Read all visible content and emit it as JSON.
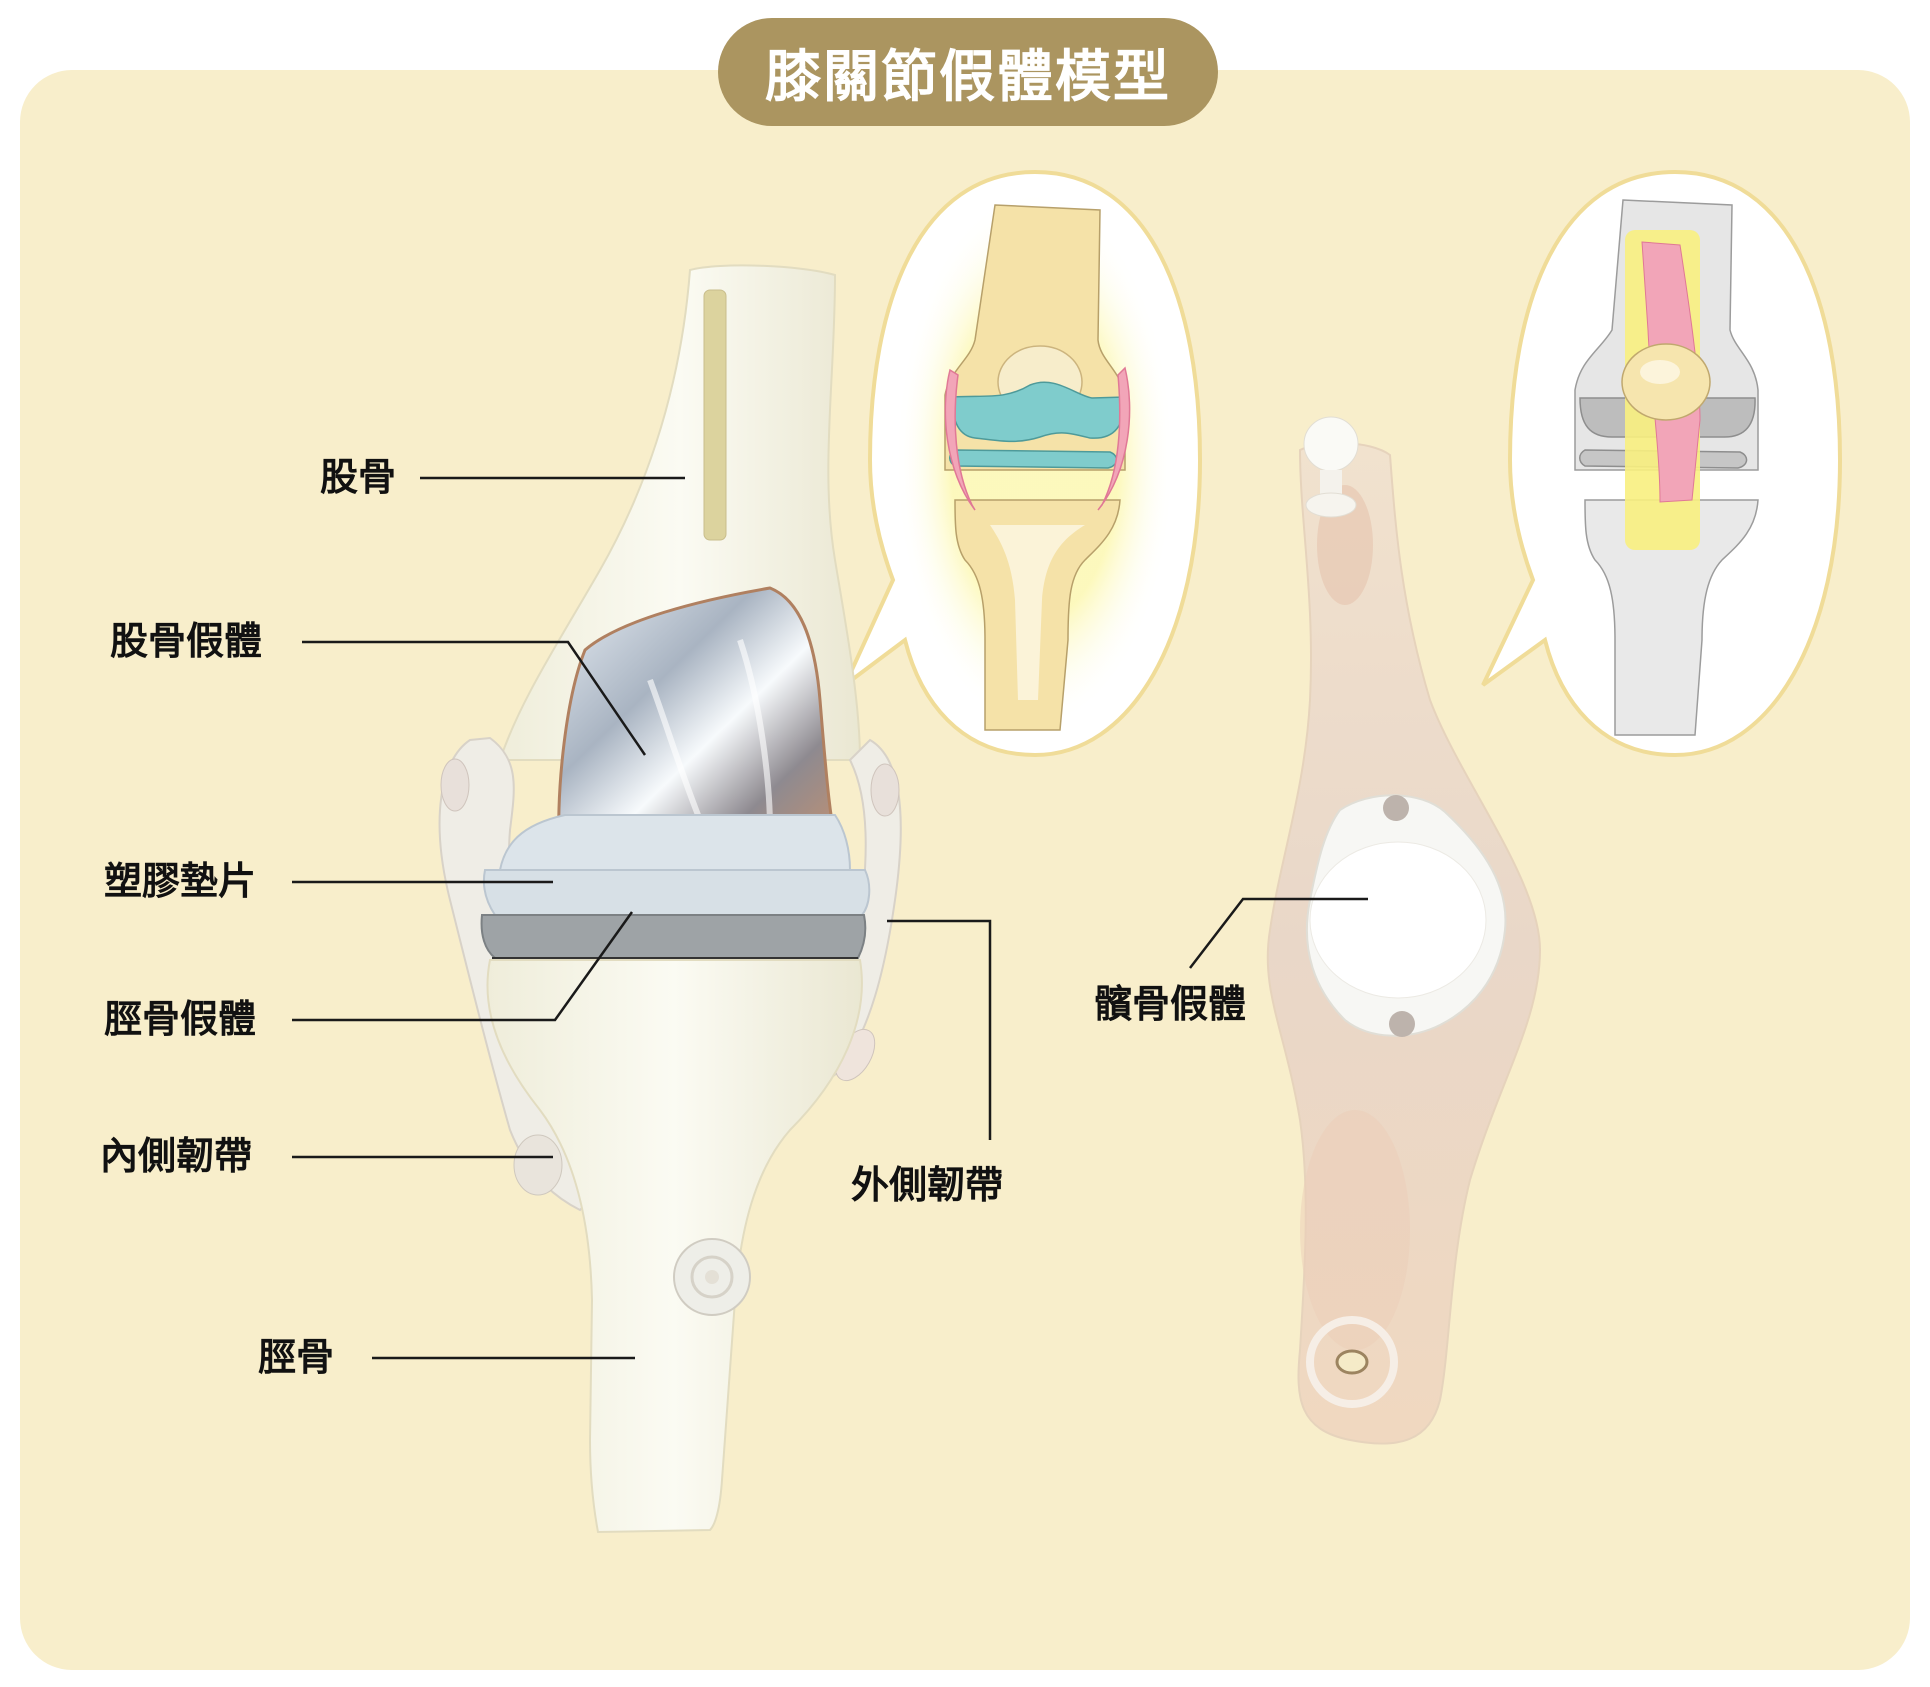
{
  "title": "膝關節假體模型",
  "colors": {
    "panel_bg": "#F8EECB",
    "title_pill": "#AB9560",
    "title_text": "#FFFFFF",
    "label_text": "#111111",
    "leader_line": "#1A1A1A",
    "bubble_border": "#F0DC98",
    "meniscus_teal": "#7FCCCC",
    "ligament_pink": "#F2A5B8",
    "highlight_yellow": "#F8F080"
  },
  "labels": {
    "femur": "股骨",
    "femoral_component": "股骨假體",
    "plastic_insert": "塑膠墊片",
    "tibial_component": "脛骨假體",
    "medial_ligament": "內側韌帶",
    "tibia": "脛骨",
    "lateral_ligament": "外側韌帶",
    "patellar_component": "髕骨假體"
  },
  "insets": [
    {
      "name": "knee-joint-meniscus-diagram",
      "highlight": "meniscus and collateral ligaments"
    },
    {
      "name": "knee-joint-patellar-tendon-diagram",
      "highlight": "patellar tendon and patella"
    }
  ]
}
